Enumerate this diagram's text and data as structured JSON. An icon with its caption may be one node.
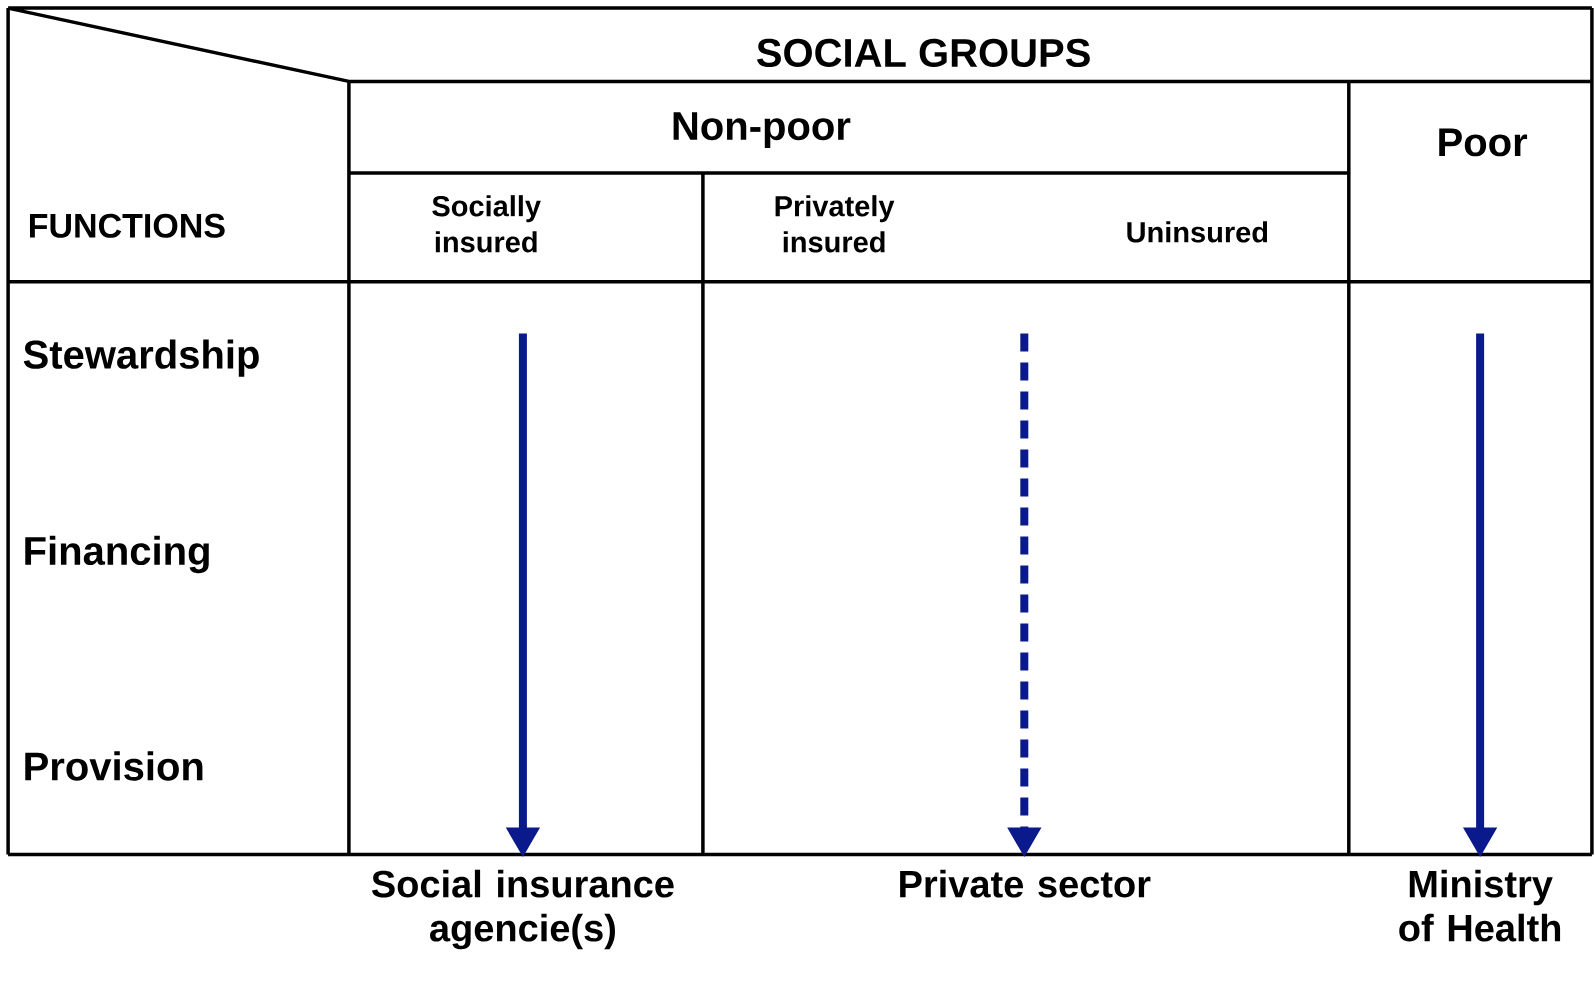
{
  "diagram": {
    "nodes": [
      {
        "text": [
          "Social insurance agencie(s)"
        ]
      },
      {
        "text": [
          "Private sector"
        ]
      },
      {
        "text": [
          "Ministry of Health"
        ]
      }
    ],
    "edges": [
      {
        "from": null,
        "to": 0,
        "arrow": "to"
      },
      {
        "from": null,
        "to": 1,
        "arrow": "to",
        "style": "dashed"
      },
      {
        "from": null,
        "to": 2,
        "arrow": "to"
      }
    ],
    "labels": [
      "SOCIAL GROUPS",
      "FUNCTIONS",
      "Non-poor",
      "Poor",
      "Socially insured",
      "Privately insured",
      "Uninsured",
      "Stewardship",
      "Financing",
      "Provision"
    ]
  }
}
